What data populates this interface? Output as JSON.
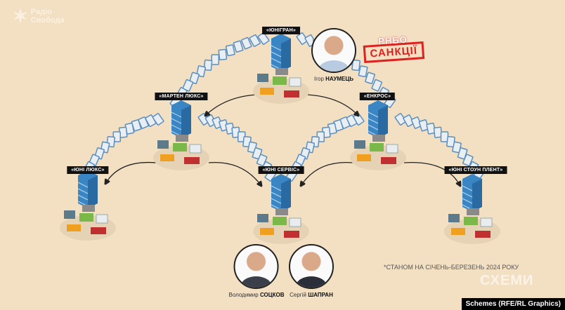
{
  "logo": {
    "line1": "Радіо",
    "line2": "Свобода"
  },
  "companies": [
    {
      "id": "unigran",
      "label": "«ЮНІГРАН»"
    },
    {
      "id": "marten",
      "label": "«МАРТЕН ЛЮКС»"
    },
    {
      "id": "enkros",
      "label": "«ЕНКРОС»"
    },
    {
      "id": "uni-lux",
      "label": "«ЮНІ ЛЮКС»"
    },
    {
      "id": "uni-service",
      "label": "«ЮНІ СЕРВІС»"
    },
    {
      "id": "uni-stone",
      "label": "«ЮНІ СТОУН ПЛЕНТ»"
    }
  ],
  "people": [
    {
      "first": "Ігор",
      "last": "НАУМЕЦЬ"
    },
    {
      "first": "Володимир",
      "last": "СОЦКОВ"
    },
    {
      "first": "Сергій",
      "last": "ШАПРАН"
    }
  ],
  "stamp": {
    "line1": "РНБО",
    "line2": "САНКЦІЇ"
  },
  "note": "*СТАНОМ НА СІЧЕНЬ-БЕРЕЗЕНЬ 2024 РОКУ",
  "brand": "СХЕМИ",
  "credit": "Schemes (RFE/RL Graphics)",
  "colors": {
    "background": "#f3e0c3",
    "building": "#3a86c4",
    "stamp": "#dd2222"
  }
}
